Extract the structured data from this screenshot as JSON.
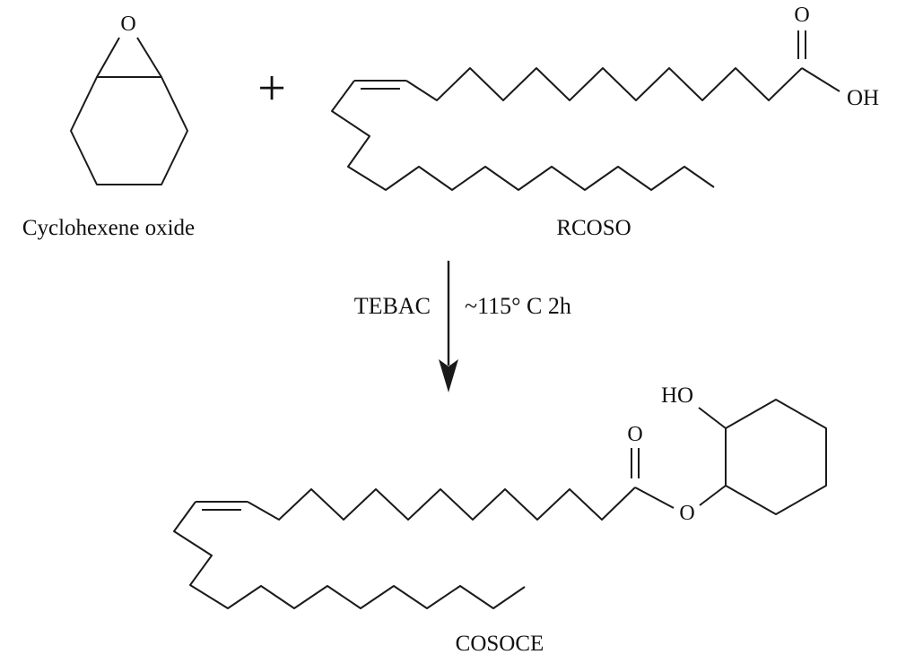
{
  "colors": {
    "ink": "#1a1a1a",
    "background": "#ffffff"
  },
  "scheme": {
    "reactant1": {
      "label": "Cyclohexene oxide",
      "epoxide_oxygen": "O"
    },
    "plus": "+",
    "reactant2": {
      "label": "RCOSO",
      "carbonyl_oxygen": "O",
      "carboxyl_hydroxyl": "OH"
    },
    "arrow": {
      "catalyst": "TEBAC",
      "conditions": "~115° C 2h"
    },
    "product": {
      "label": "COSOCE",
      "ring_hydroxyl": "HO",
      "carbonyl_oxygen": "O",
      "ester_oxygen": "O"
    }
  }
}
